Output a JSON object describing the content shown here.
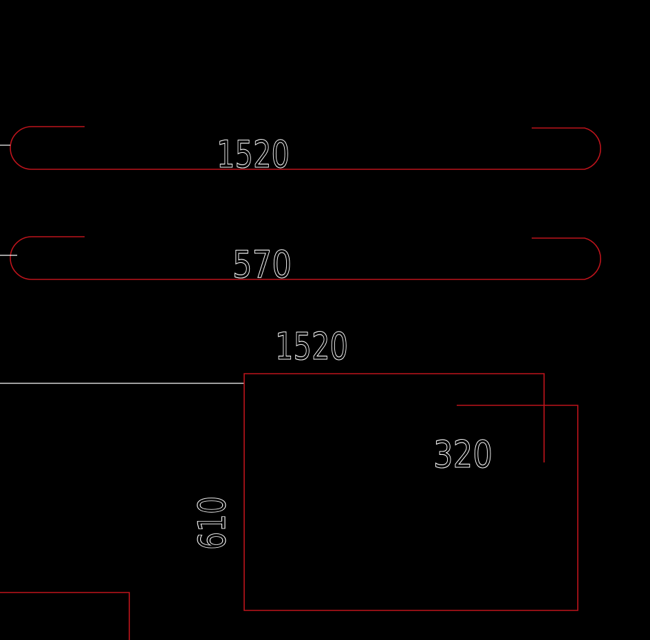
{
  "drawing": {
    "background": "#000000",
    "geometry_color": "#c0141c",
    "annotation_color": "#ffffff",
    "labels": {
      "bar_top_length": "1520",
      "bar_middle_length": "570",
      "stirrup_width": "1520",
      "stirrup_height": "610",
      "stirrup_hook": "320"
    }
  }
}
